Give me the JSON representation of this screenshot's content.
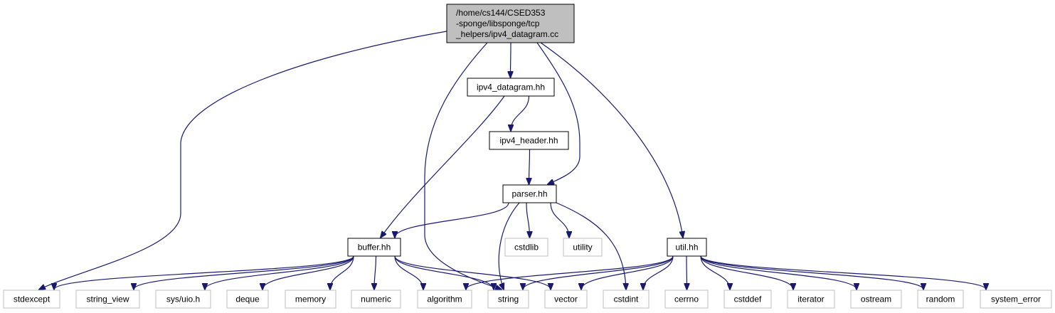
{
  "graph": {
    "root": {
      "id": "root",
      "lines": [
        "/home/cs144/CSED353",
        "-sponge/libsponge/tcp",
        "_helpers/ipv4_datagram.cc"
      ]
    },
    "nodes": [
      {
        "id": "ipv4_datagram",
        "label": "ipv4_datagram.hh",
        "kind": "local"
      },
      {
        "id": "ipv4_header",
        "label": "ipv4_header.hh",
        "kind": "local"
      },
      {
        "id": "parser",
        "label": "parser.hh",
        "kind": "local"
      },
      {
        "id": "buffer",
        "label": "buffer.hh",
        "kind": "local"
      },
      {
        "id": "util",
        "label": "util.hh",
        "kind": "local"
      },
      {
        "id": "cstdlib",
        "label": "cstdlib",
        "kind": "system"
      },
      {
        "id": "utility",
        "label": "utility",
        "kind": "system"
      },
      {
        "id": "stdexcept",
        "label": "stdexcept",
        "kind": "system"
      },
      {
        "id": "string_view",
        "label": "string_view",
        "kind": "system"
      },
      {
        "id": "sys_uio",
        "label": "sys/uio.h",
        "kind": "system"
      },
      {
        "id": "deque",
        "label": "deque",
        "kind": "system"
      },
      {
        "id": "memory",
        "label": "memory",
        "kind": "system"
      },
      {
        "id": "numeric",
        "label": "numeric",
        "kind": "system"
      },
      {
        "id": "algorithm",
        "label": "algorithm",
        "kind": "system"
      },
      {
        "id": "string",
        "label": "string",
        "kind": "system"
      },
      {
        "id": "vector",
        "label": "vector",
        "kind": "system"
      },
      {
        "id": "cstdint",
        "label": "cstdint",
        "kind": "system"
      },
      {
        "id": "cerrno",
        "label": "cerrno",
        "kind": "system"
      },
      {
        "id": "cstddef",
        "label": "cstddef",
        "kind": "system"
      },
      {
        "id": "iterator",
        "label": "iterator",
        "kind": "system"
      },
      {
        "id": "ostream",
        "label": "ostream",
        "kind": "system"
      },
      {
        "id": "random",
        "label": "random",
        "kind": "system"
      },
      {
        "id": "system_error",
        "label": "system_error",
        "kind": "system"
      }
    ],
    "edges": [
      [
        "root",
        "ipv4_datagram"
      ],
      [
        "root",
        "stdexcept"
      ],
      [
        "root",
        "string"
      ],
      [
        "root",
        "parser"
      ],
      [
        "root",
        "util"
      ],
      [
        "ipv4_datagram",
        "ipv4_header"
      ],
      [
        "ipv4_datagram",
        "buffer"
      ],
      [
        "ipv4_header",
        "parser"
      ],
      [
        "parser",
        "buffer"
      ],
      [
        "parser",
        "cstdlib"
      ],
      [
        "parser",
        "utility"
      ],
      [
        "parser",
        "string"
      ],
      [
        "parser",
        "cstdint"
      ],
      [
        "buffer",
        "stdexcept"
      ],
      [
        "buffer",
        "string_view"
      ],
      [
        "buffer",
        "sys_uio"
      ],
      [
        "buffer",
        "deque"
      ],
      [
        "buffer",
        "memory"
      ],
      [
        "buffer",
        "numeric"
      ],
      [
        "buffer",
        "algorithm"
      ],
      [
        "buffer",
        "string"
      ],
      [
        "buffer",
        "vector"
      ],
      [
        "util",
        "algorithm"
      ],
      [
        "util",
        "string"
      ],
      [
        "util",
        "vector"
      ],
      [
        "util",
        "cstdint"
      ],
      [
        "util",
        "cerrno"
      ],
      [
        "util",
        "cstddef"
      ],
      [
        "util",
        "iterator"
      ],
      [
        "util",
        "ostream"
      ],
      [
        "util",
        "random"
      ],
      [
        "util",
        "system_error"
      ]
    ]
  }
}
